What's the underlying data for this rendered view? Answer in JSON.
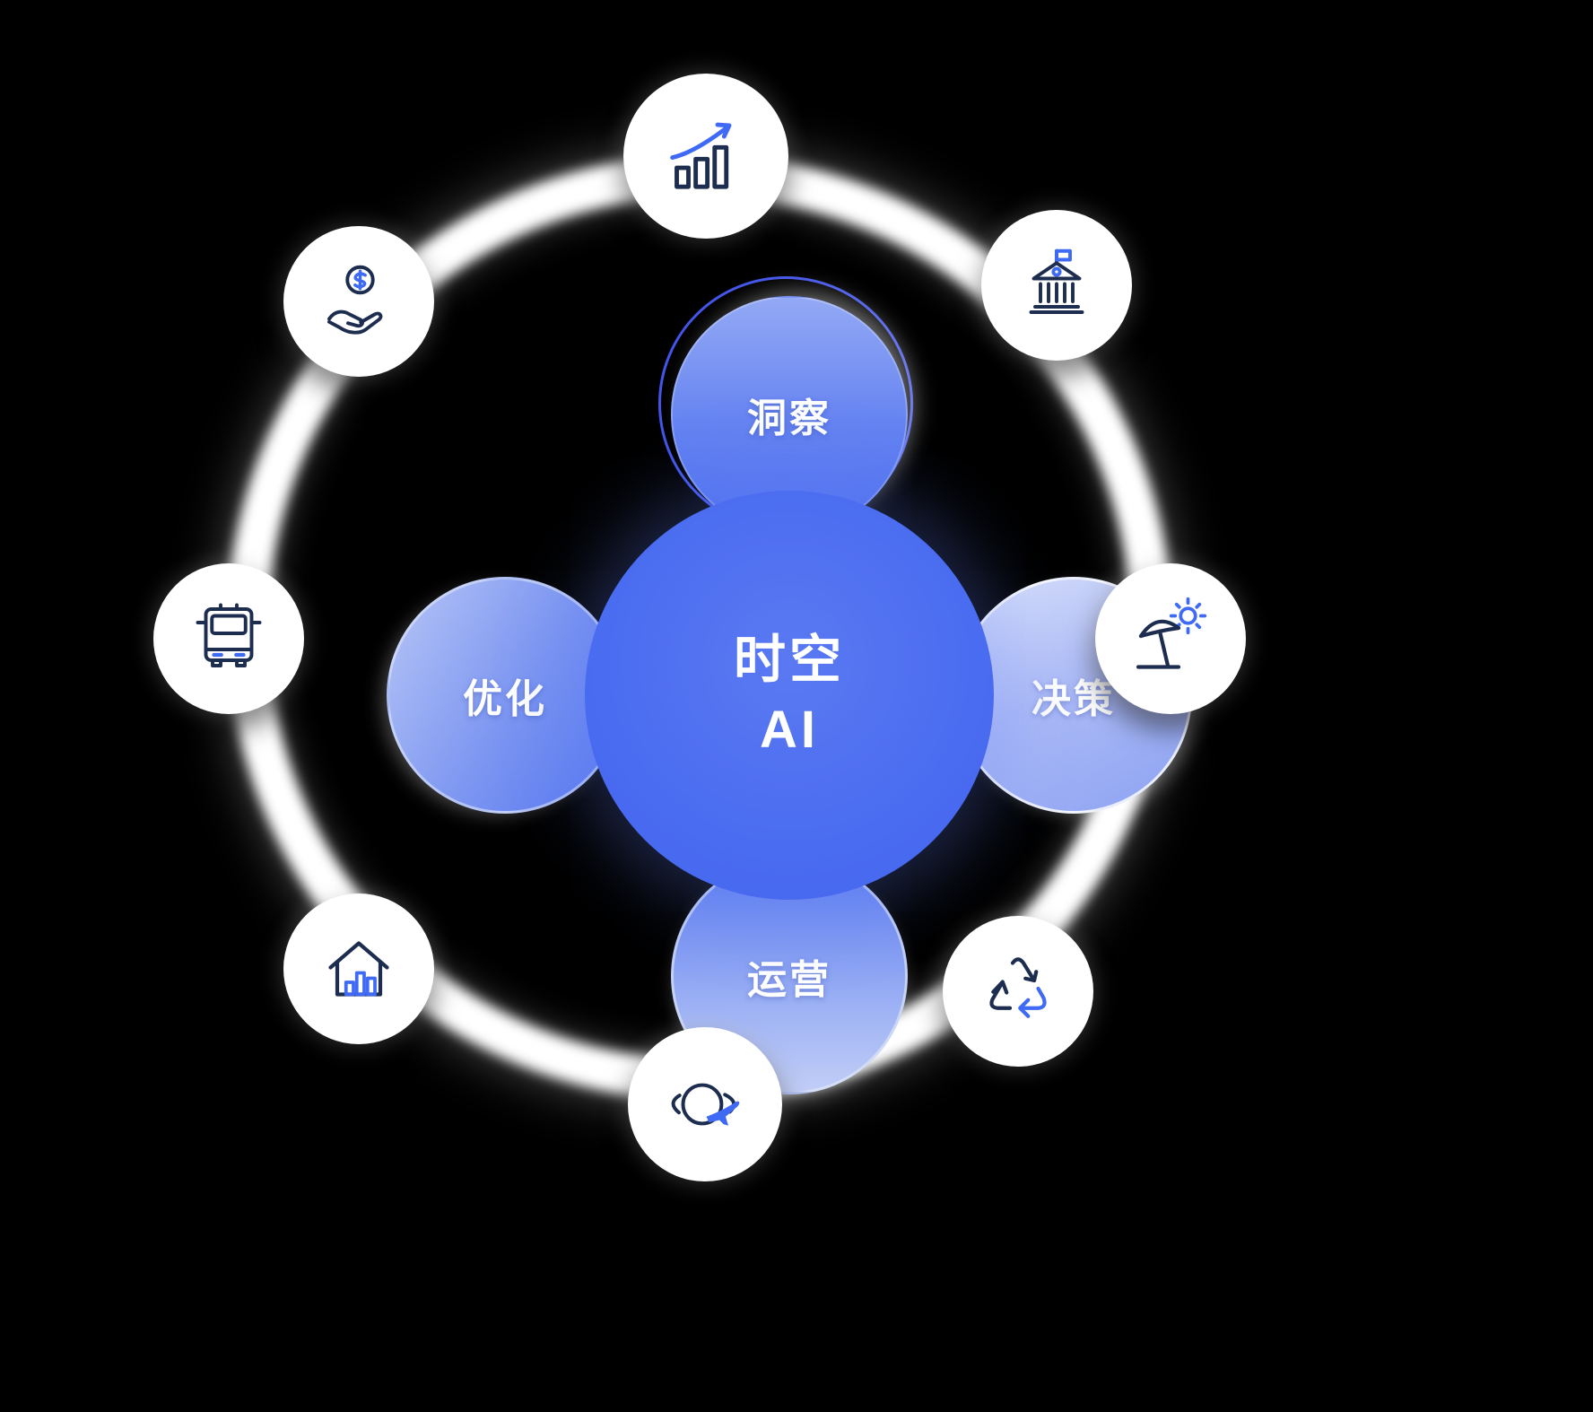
{
  "diagram": {
    "center": {
      "title_line1": "时空",
      "title_line2": "AI",
      "satellites": [
        {
          "id": "insight",
          "position": "top",
          "label": "洞察"
        },
        {
          "id": "decision",
          "position": "right",
          "label": "决策"
        },
        {
          "id": "operations",
          "position": "bottom",
          "label": "运营"
        },
        {
          "id": "optimization",
          "position": "left",
          "label": "优化"
        }
      ]
    },
    "ring_icons": [
      {
        "name": "growth-chart-icon",
        "position": "top"
      },
      {
        "name": "bank-building-icon",
        "position": "top-right"
      },
      {
        "name": "beach-umbrella-sun-icon",
        "position": "right"
      },
      {
        "name": "recycle-icon",
        "position": "bottom-right"
      },
      {
        "name": "globe-airplane-icon",
        "position": "bottom"
      },
      {
        "name": "house-chart-icon",
        "position": "bottom-left"
      },
      {
        "name": "bus-icon",
        "position": "left"
      },
      {
        "name": "hand-coin-icon",
        "position": "top-left"
      }
    ],
    "colors": {
      "background": "#000000",
      "ring": "#ffffff",
      "center_blue": "#4a6cf0",
      "satellite_light_blue": "#aebcf6",
      "icon_dark": "#1d2d4f",
      "icon_accent": "#3f6af5",
      "text": "#ffffff"
    }
  }
}
